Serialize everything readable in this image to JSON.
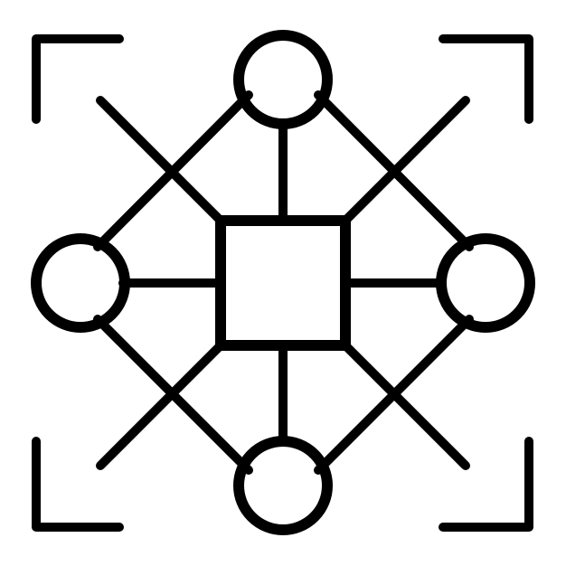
{
  "icon": {
    "name": "network-hub-icon",
    "stroke_color": "#000000",
    "background_color": "#ffffff",
    "components": [
      "corner-frame-brackets",
      "center-square-node",
      "top-circle-node",
      "right-circle-node",
      "bottom-circle-node",
      "left-circle-node",
      "diagonal-links",
      "orthogonal-links"
    ]
  }
}
